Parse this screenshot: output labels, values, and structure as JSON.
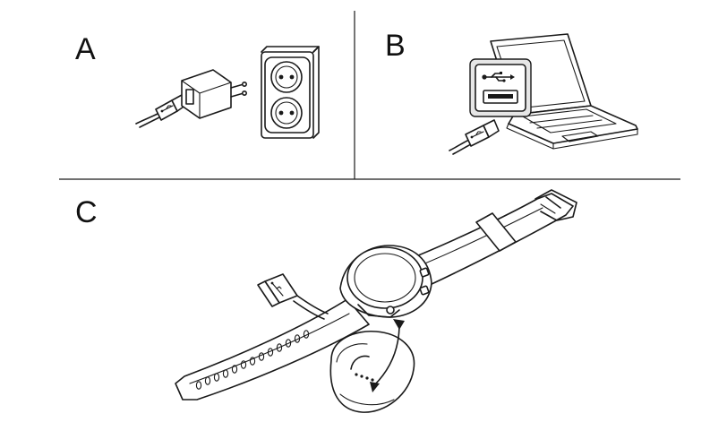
{
  "panels": {
    "a": {
      "label": "A"
    },
    "b": {
      "label": "B"
    },
    "c": {
      "label": "C"
    }
  },
  "icons": {
    "usb_symbol": "usb-symbol-icon"
  },
  "colors": {
    "line": "#1a1a1a",
    "background": "#ffffff",
    "highlight_box": "#e6e6e6"
  }
}
